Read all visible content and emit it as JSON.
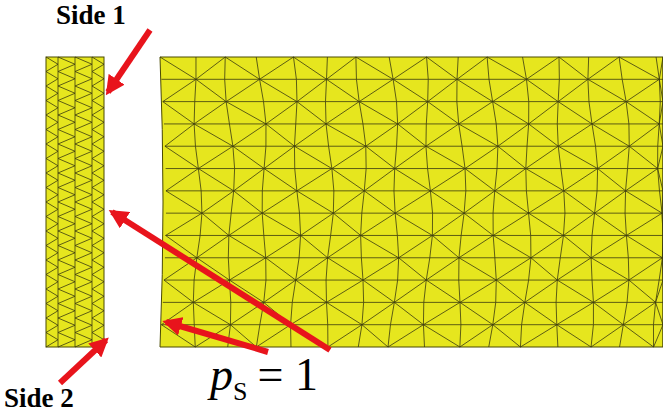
{
  "diagram": {
    "labels": [
      "Side 1",
      "Side 2",
      "p",
      "S",
      "= 1"
    ]
  }
}
